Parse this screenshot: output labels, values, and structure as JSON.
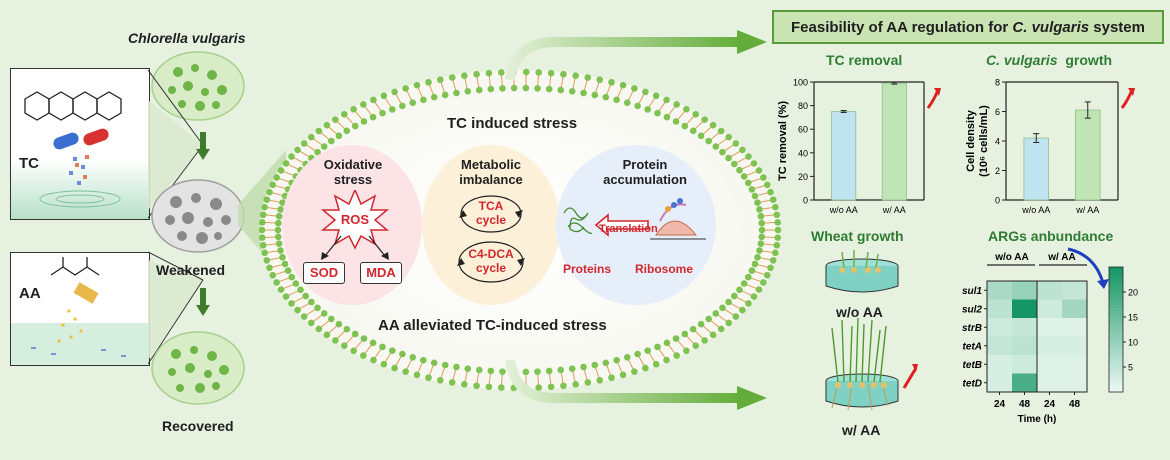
{
  "left": {
    "chlorella_label": "Chlorella vulgaris",
    "tc_label": "TC",
    "aa_label": "AA",
    "weakened_label": "Weakened",
    "recovered_label": "Recovered"
  },
  "cell": {
    "top_text": "TC induced stress",
    "bottom_text": "AA alleviated TC-induced stress",
    "oxidative_title": "Oxidative stress",
    "ros": "ROS",
    "sod": "SOD",
    "mda": "MDA",
    "metabolic_title": "Metabolic imbalance",
    "tca": "TCA cycle",
    "c4dca": "C4-DCA cycle",
    "protein_title": "Protein accumulation",
    "translation": "Translation",
    "proteins": "Proteins",
    "ribosome": "Ribosome"
  },
  "right": {
    "title_prefix": "Feasibility of AA regulation for ",
    "title_species": "C. vulgaris",
    "title_suffix": " system",
    "tc_removal_title": "TC removal",
    "growth_title_species": "C. vulgaris",
    "growth_title_suffix": "growth",
    "wheat_title": "Wheat growth",
    "args_title": "ARGs anbundance",
    "wo_aa": "w/o AA",
    "w_aa": "w/ AA"
  },
  "chart_data": [
    {
      "type": "bar",
      "title": "TC removal",
      "ylabel": "TC removal (%)",
      "categories": [
        "w/o AA",
        "w/ AA"
      ],
      "values": [
        75,
        99
      ],
      "errors": [
        0.8,
        0.8
      ],
      "ylim": [
        0,
        100
      ],
      "yticks": [
        0,
        20,
        40,
        60,
        80,
        100
      ],
      "colors": [
        "#bfe3ef",
        "#bfe5b5"
      ]
    },
    {
      "type": "bar",
      "title": "C. vulgaris growth",
      "ylabel": "Cell density (10⁶ cells/mL)",
      "ylabel_line1": "Cell density",
      "ylabel_line2": "(10⁶ cells/mL)",
      "categories": [
        "w/o AA",
        "w/ AA"
      ],
      "values": [
        4.2,
        6.1
      ],
      "errors": [
        0.3,
        0.55
      ],
      "ylim": [
        0,
        8
      ],
      "yticks": [
        0,
        2,
        4,
        6,
        8
      ],
      "colors": [
        "#bfe3ef",
        "#bfe5b5"
      ]
    },
    {
      "type": "heatmap",
      "title": "ARGs anbundance",
      "groups": [
        "w/o AA",
        "w/ AA"
      ],
      "rows": [
        "sul1",
        "sul2",
        "strB",
        "tetA",
        "tetB",
        "tetD"
      ],
      "columns": [
        "24",
        "48",
        "24",
        "48"
      ],
      "xlabel": "Time (h)",
      "values": [
        [
          8,
          10,
          6,
          5
        ],
        [
          6,
          25,
          4,
          9
        ],
        [
          4,
          5,
          2,
          2
        ],
        [
          5,
          6,
          3,
          3
        ],
        [
          3,
          4,
          2,
          2
        ],
        [
          3,
          19,
          2,
          2
        ]
      ],
      "colorbar_ticks": [
        5,
        10,
        15,
        20
      ],
      "vmin": 0,
      "vmax": 25
    }
  ]
}
